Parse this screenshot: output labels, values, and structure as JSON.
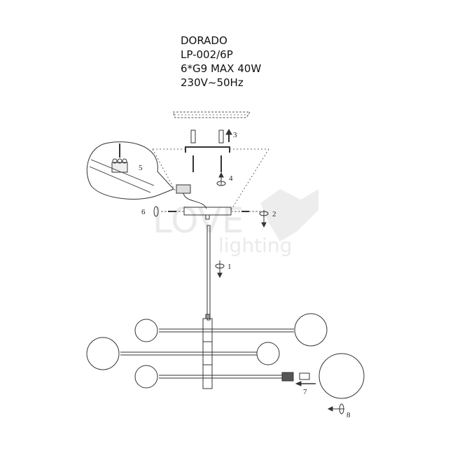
{
  "product": {
    "name": "DORADO",
    "model": "LP-002/6P",
    "bulbs": "6*G9 MAX 40W",
    "power": "230V~50Hz"
  },
  "steps": [
    "1",
    "2",
    "3",
    "4",
    "5",
    "6",
    "7",
    "8"
  ],
  "watermark": {
    "line1": "LOVE",
    "line2": "lighting"
  }
}
